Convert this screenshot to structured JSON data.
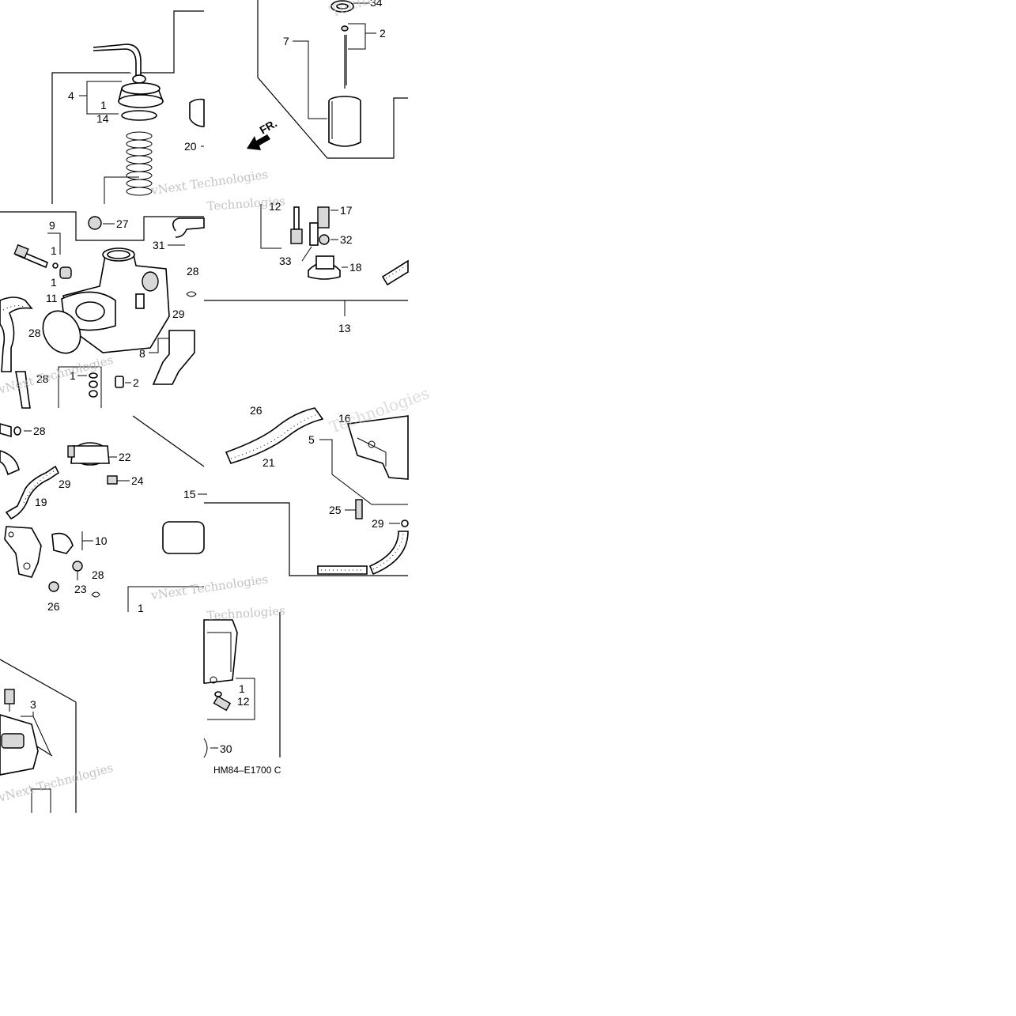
{
  "diagram": {
    "callouts": {
      "c1": "1",
      "c2": "2",
      "c3": "3",
      "c4": "4",
      "c5": "5",
      "c7": "7",
      "c8": "8",
      "c9": "9",
      "c10": "10",
      "c11": "11",
      "c12": "12",
      "c13": "13",
      "c14": "14",
      "c15": "15",
      "c16": "16",
      "c17": "17",
      "c18": "18",
      "c19": "19",
      "c20": "20",
      "c21": "21",
      "c22": "22",
      "c23": "23",
      "c24": "24",
      "c25": "25",
      "c26": "26",
      "c27": "27",
      "c28": "28",
      "c29": "29",
      "c30": "30",
      "c31": "31",
      "c32": "32",
      "c33": "33",
      "c34": "34"
    },
    "front_marker": "FR.",
    "drawing_code": "HM84–E1700 C",
    "watermark_line1": "vNext Technologies",
    "watermark_line2": "Technologies"
  }
}
